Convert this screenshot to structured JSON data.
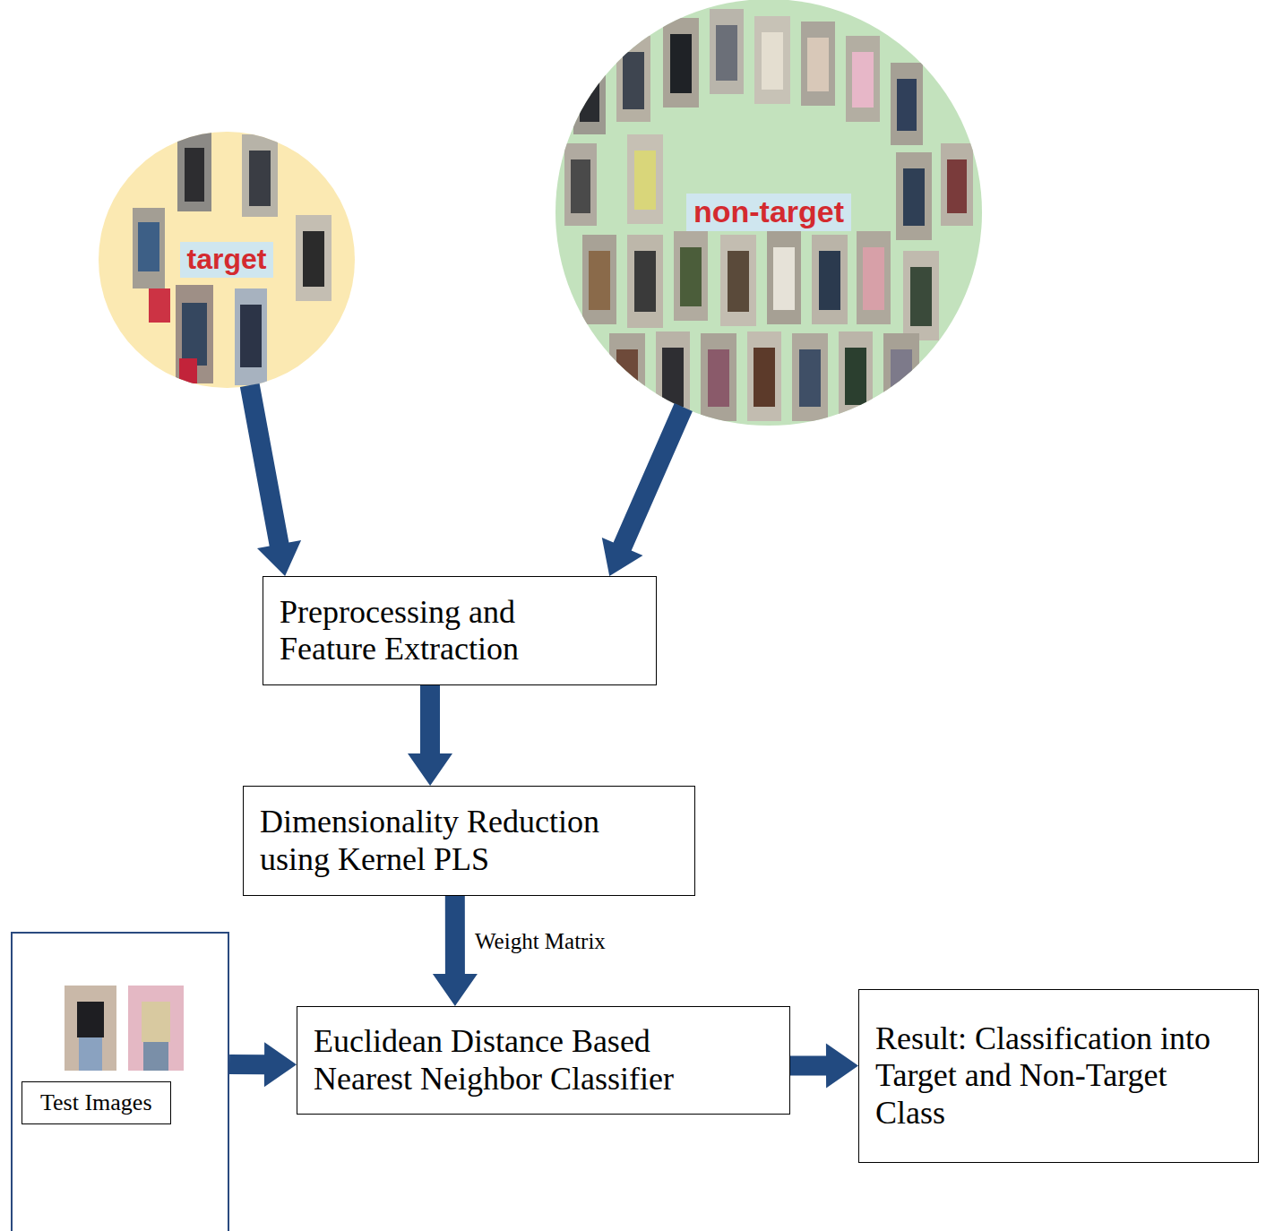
{
  "diagram": {
    "nodes": [
      {
        "text": [
          "target"
        ]
      },
      {
        "text": [
          "non-target"
        ]
      },
      {
        "text": [
          "Preprocessing and Feature Extraction"
        ]
      },
      {
        "text": [
          "Dimensionality Reduction using Kernel PLS"
        ]
      },
      {
        "text": [
          "Test Images"
        ]
      },
      {
        "text": [
          "Euclidean Distance Based Nearest Neighbor Classifier"
        ]
      },
      {
        "text": [
          "Result: Classification into Target and Non-Target Class"
        ]
      }
    ],
    "edges": [
      {
        "from": 0,
        "to": 2,
        "arrow": "to"
      },
      {
        "from": 1,
        "to": 2,
        "arrow": "to"
      },
      {
        "from": 2,
        "to": 3,
        "arrow": "to"
      },
      {
        "from": 3,
        "to": 5,
        "label": "Weight Matrix",
        "arrow": "to"
      },
      {
        "from": 4,
        "to": 5,
        "arrow": "to"
      },
      {
        "from": 5,
        "to": 6,
        "arrow": "to"
      }
    ]
  }
}
